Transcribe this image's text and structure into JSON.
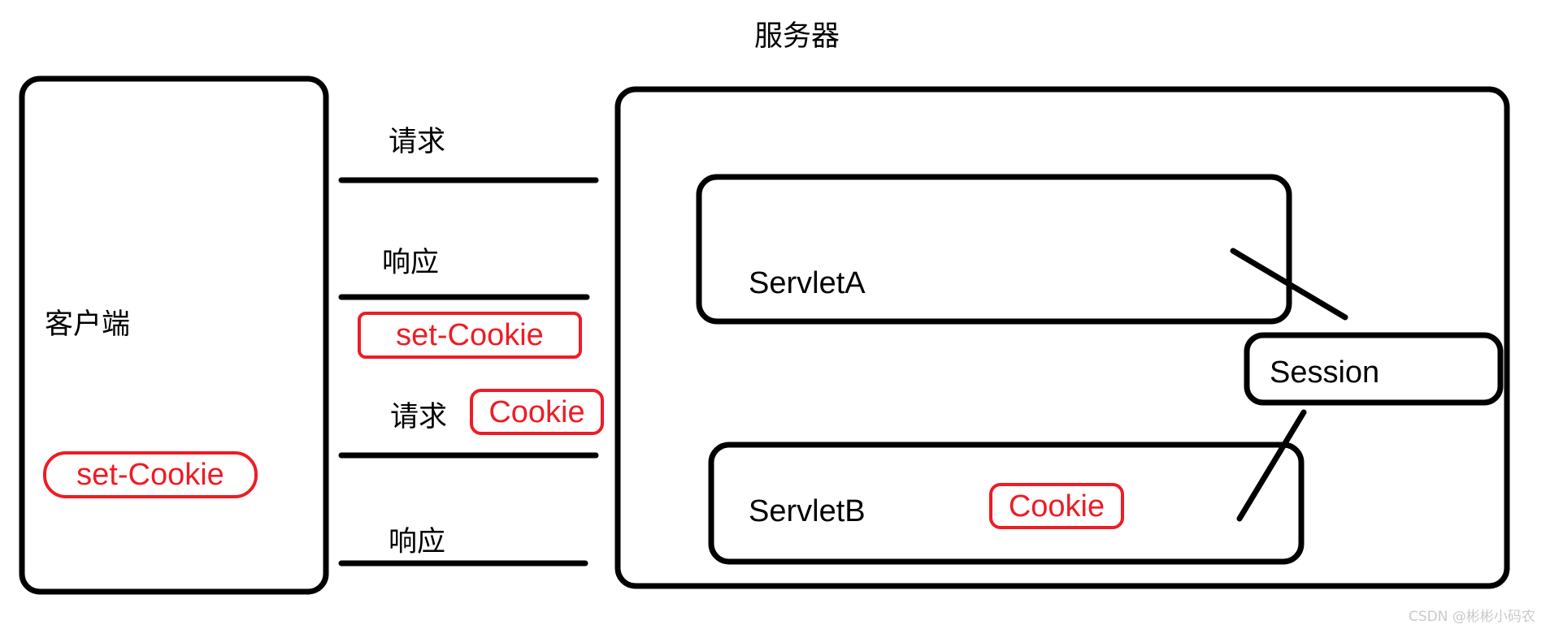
{
  "diagram": {
    "title_server": "服务器",
    "client": {
      "label": "客户端",
      "stored_cookie_chip": "set-Cookie"
    },
    "flows": [
      {
        "label": "请求",
        "name": "request-1"
      },
      {
        "label": "响应",
        "name": "response-1"
      },
      {
        "label": "请求",
        "name": "request-2"
      },
      {
        "label": "响应",
        "name": "response-2"
      }
    ],
    "flow_chips": [
      {
        "label": "set-Cookie",
        "name": "response-set-cookie"
      },
      {
        "label": "Cookie",
        "name": "request-cookie"
      }
    ],
    "server": {
      "servlet_a": "ServletA",
      "servlet_b": "ServletB",
      "servlet_b_cookie_chip": "Cookie",
      "session": "Session"
    },
    "colors": {
      "stroke": "#000000",
      "highlight": "#ee1c25",
      "background": "#ffffff",
      "watermark": "#c9c9c9"
    }
  },
  "watermark": "CSDN @彬彬小码农"
}
